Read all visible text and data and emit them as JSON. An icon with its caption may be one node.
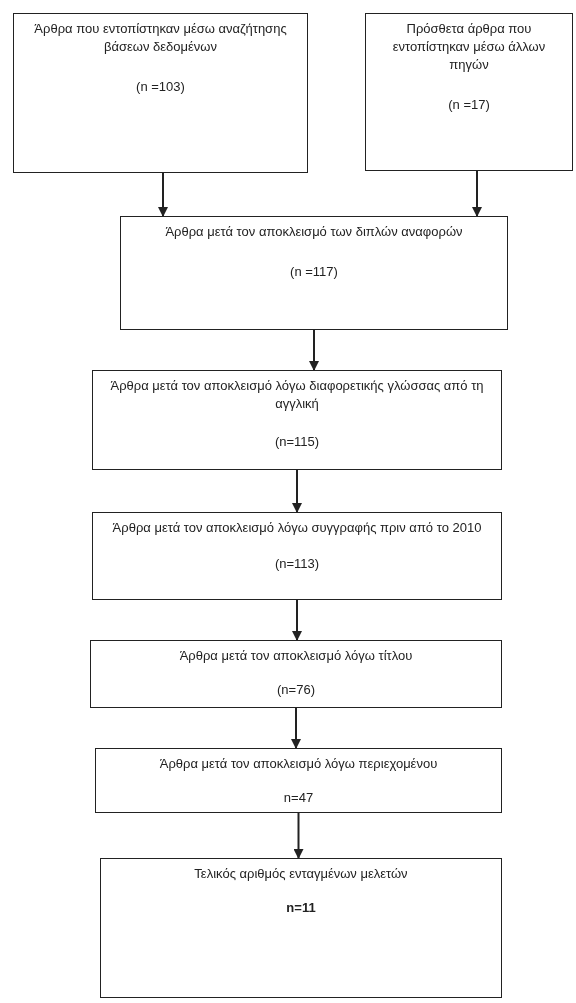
{
  "diagram": {
    "nodes": [
      {
        "text": [
          "Άρθρα που εντοπίστηκαν μέσω αναζήτησης βάσεων δεδομένων",
          "(n =103)"
        ]
      },
      {
        "text": [
          "Πρόσθετα άρθρα που εντοπίστηκαν μέσω άλλων πηγών",
          "(n =17)"
        ]
      },
      {
        "text": [
          "Άρθρα μετά τον αποκλεισμό των διπλών αναφορών",
          "(n =117)"
        ]
      },
      {
        "text": [
          "Άρθρα μετά τον αποκλεισμό λόγω διαφορετικής γλώσσας από τη αγγλική",
          "(n=115)"
        ]
      },
      {
        "text": [
          "Άρθρα μετά τον αποκλεισμό λόγω συγγραφής πριν από το 2010",
          "(n=113)"
        ]
      },
      {
        "text": [
          "Άρθρα μετά τον αποκλεισμό λόγω τίτλου",
          "(n=76)"
        ]
      },
      {
        "text": [
          "Άρθρα μετά τον αποκλεισμό λόγω περιεχομένου",
          "n=47"
        ]
      },
      {
        "text": [
          "Τελικός αριθμός ενταγμένων μελετών",
          "n=11"
        ]
      }
    ],
    "edges": [
      {
        "from": 0,
        "to": 2,
        "arrow": "to"
      },
      {
        "from": 1,
        "to": 2,
        "arrow": "to"
      },
      {
        "from": 2,
        "to": 3,
        "arrow": "to"
      },
      {
        "from": 3,
        "to": 4,
        "arrow": "to"
      },
      {
        "from": 4,
        "to": 5,
        "arrow": "to"
      },
      {
        "from": 5,
        "to": 6,
        "arrow": "to"
      },
      {
        "from": 6,
        "to": 7,
        "arrow": "to"
      }
    ]
  }
}
